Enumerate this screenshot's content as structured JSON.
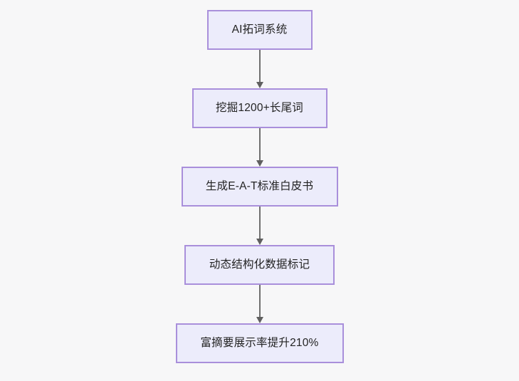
{
  "diagram": {
    "type": "flowchart",
    "direction": "top-to-bottom",
    "background_color": "#f7f7f8",
    "node_fill_color": "#ececfb",
    "node_border_color": "#a98fdb",
    "node_text_color": "#232323",
    "connector_color": "#6f6f6f",
    "nodes": [
      {
        "id": "n1",
        "label": "AI拓词系统"
      },
      {
        "id": "n2",
        "label": "挖掘1200+长尾词"
      },
      {
        "id": "n3",
        "label": "生成E-A-T标准白皮书"
      },
      {
        "id": "n4",
        "label": "动态结构化数据标记"
      },
      {
        "id": "n5",
        "label": "富摘要展示率提升210%"
      }
    ],
    "edges": [
      {
        "from": "n1",
        "to": "n2",
        "label": ""
      },
      {
        "from": "n2",
        "to": "n3",
        "label": ""
      },
      {
        "from": "n3",
        "to": "n4",
        "label": ""
      },
      {
        "from": "n4",
        "to": "n5",
        "label": ""
      }
    ]
  }
}
